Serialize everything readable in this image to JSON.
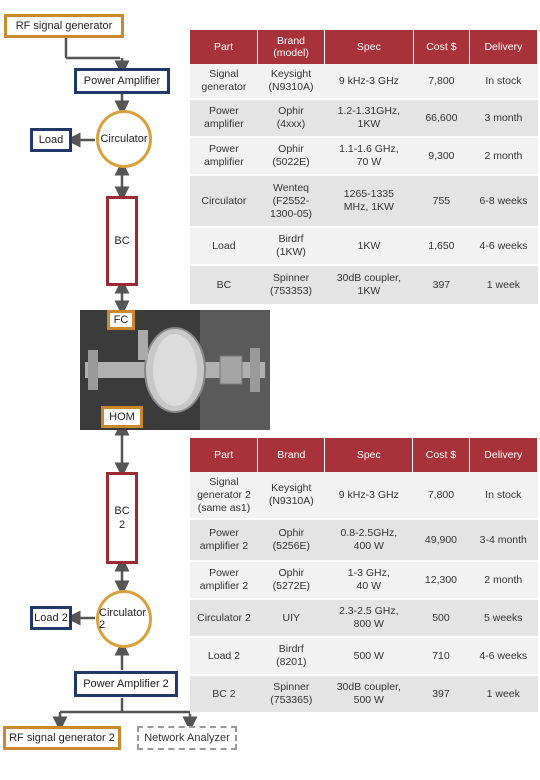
{
  "diagram_top": {
    "rf_generator": "RF signal generator",
    "power_amp": "Power Amplifier",
    "load": "Load",
    "circulator": "Circulator",
    "bc": "BC"
  },
  "cavity": {
    "fc": "FC",
    "hom": "HOM"
  },
  "diagram_bottom": {
    "bc": "BC\n2",
    "load": "Load 2",
    "circulator": "Circulator 2",
    "power_amp": "Power Amplifier 2",
    "rf_generator": "RF signal generator 2",
    "network_analyzer": "Network Analyzer"
  },
  "table_headers": [
    "Part",
    "Brand\n(model)",
    "Spec",
    "Cost $",
    "Delivery"
  ],
  "table_headers_2": [
    "Part",
    "Brand",
    "Spec",
    "Cost $",
    "Delivery"
  ],
  "table1": [
    [
      "Signal\ngenerator",
      "Keysight\n(N9310A)",
      "9 kHz-3 GHz",
      "7,800",
      "In stock"
    ],
    [
      "Power\namplifier",
      "Ophir\n(4xxx)",
      "1.2-1.31GHz,\n1KW",
      "66,600",
      "3 month"
    ],
    [
      "Power\namplifier",
      "Ophir\n(5022E)",
      "1.1-1.6 GHz,\n70 W",
      "9,300",
      "2 month"
    ],
    [
      "Circulator",
      "Wenteq\n(F2552-\n1300-05)",
      "1265-1335\nMHz, 1KW",
      "755",
      "6-8 weeks"
    ],
    [
      "Load",
      "Birdrf\n(1KW)",
      "1KW",
      "1,650",
      "4-6 weeks"
    ],
    [
      "BC",
      "Spinner\n(753353)",
      "30dB coupler,\n1KW",
      "397",
      "1 week"
    ]
  ],
  "table2": [
    [
      "Signal\ngenerator 2\n(same as1)",
      "Keysight\n(N9310A)",
      "9 kHz-3 GHz",
      "7,800",
      "In stock"
    ],
    [
      "Power\namplifier 2",
      "Ophir\n(5256E)",
      "0.8-2.5GHz,\n400 W",
      "49,900",
      "3-4 month"
    ],
    [
      "Power\namplifier 2",
      "Ophir\n(5272E)",
      "1-3 GHz,\n40 W",
      "12,300",
      "2 month"
    ],
    [
      "Circulator 2",
      "UIY",
      "2.3-2.5 GHz,\n800 W",
      "500",
      "5 weeks"
    ],
    [
      "Load 2",
      "Birdrf\n(8201)",
      "500 W",
      "710",
      "4-6 weeks"
    ],
    [
      "BC 2",
      "Spinner\n(753365)",
      "30dB coupler,\n500 W",
      "397",
      "1 week"
    ]
  ],
  "colors": {
    "orange": "#c98a2e",
    "navy": "#1f3a68",
    "red": "#9b2b30",
    "header_red": "#a8323a"
  }
}
